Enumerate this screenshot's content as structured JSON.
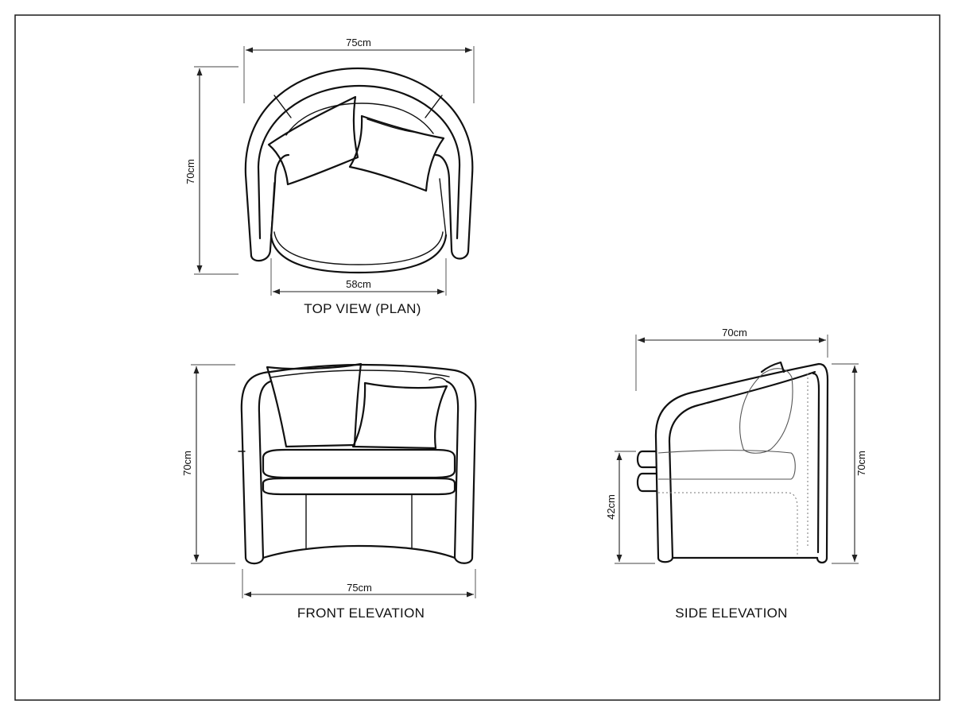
{
  "views": {
    "top": {
      "label": "TOP VIEW (PLAN)",
      "width_dim": "75cm",
      "depth_dim": "70cm",
      "seat_dim": "58cm"
    },
    "front": {
      "label": "FRONT ELEVATION",
      "height_dim": "70cm",
      "width_dim": "75cm"
    },
    "side": {
      "label": "SIDE ELEVATION",
      "depth_dim": "70cm",
      "height_dim": "70cm",
      "seat_height_dim": "42cm"
    }
  },
  "colors": {
    "line": "#111111",
    "background": "#ffffff"
  }
}
